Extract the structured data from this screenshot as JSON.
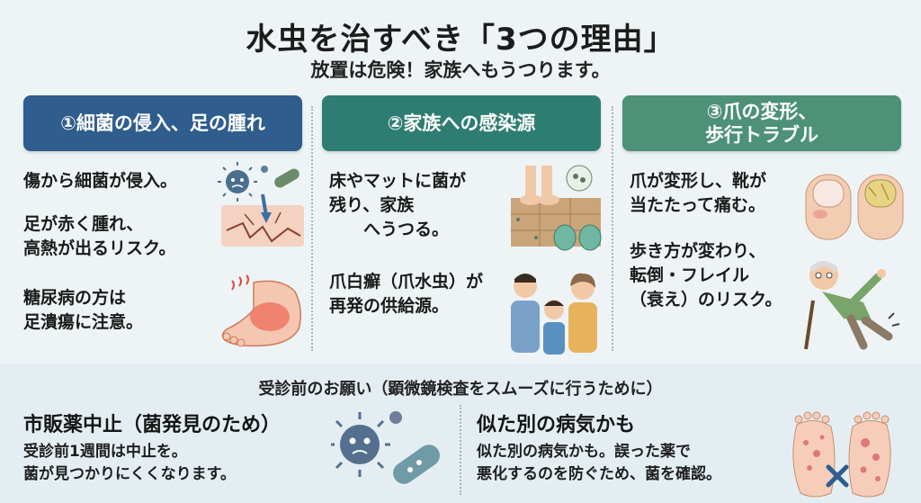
{
  "header": {
    "title": "水虫を治すべき「3つの理由」",
    "subtitle": "放置は危険！家族へもうつります。"
  },
  "reasons": [
    {
      "heading": "①細菌の侵入、足の腫れ",
      "color": "#2f5d8e",
      "text1": "傷から細菌が侵入。",
      "text2": "足が赤く腫れ、\n高熱が出るリスク。",
      "text3": "糖尿病の方は\n足潰瘍に注意。"
    },
    {
      "heading": "②家族への感染源",
      "color": "#2e7d72",
      "text1": "床やマットに菌が\n残り、家族\n　　へうつる。",
      "text2": "爪白癬（爪水虫）が\n再発の供給源。"
    },
    {
      "heading": "③爪の変形、\n歩行トラブル",
      "color": "#4d9178",
      "text1": "爪が変形し、靴が\n当たたって痛む。",
      "text2": "歩き方が変わり、\n転倒・フレイル\n（衰え）のリスク。"
    }
  ],
  "request": {
    "title": "受診前のお願い（顕微鏡検査をスムーズに行うために）",
    "left_heading": "市販薬中止（菌発見のため）",
    "left_text": "受診前1週間は中止を。\n菌が見つかりにくくなります。",
    "right_heading": "似た別の病気かも",
    "right_text": "似た別の病気かも。誤った薬で\n悪化するのを防ぐため、菌を確認。"
  },
  "icons": [
    "bacteria-icon",
    "cracked-skin-icon",
    "swollen-foot-icon",
    "feet-on-mat-icon",
    "slippers-icon",
    "family-icon",
    "nail-icon",
    "falling-elder-icon",
    "germ-icon",
    "rash-feet-icon",
    "cross-mark-icon"
  ]
}
